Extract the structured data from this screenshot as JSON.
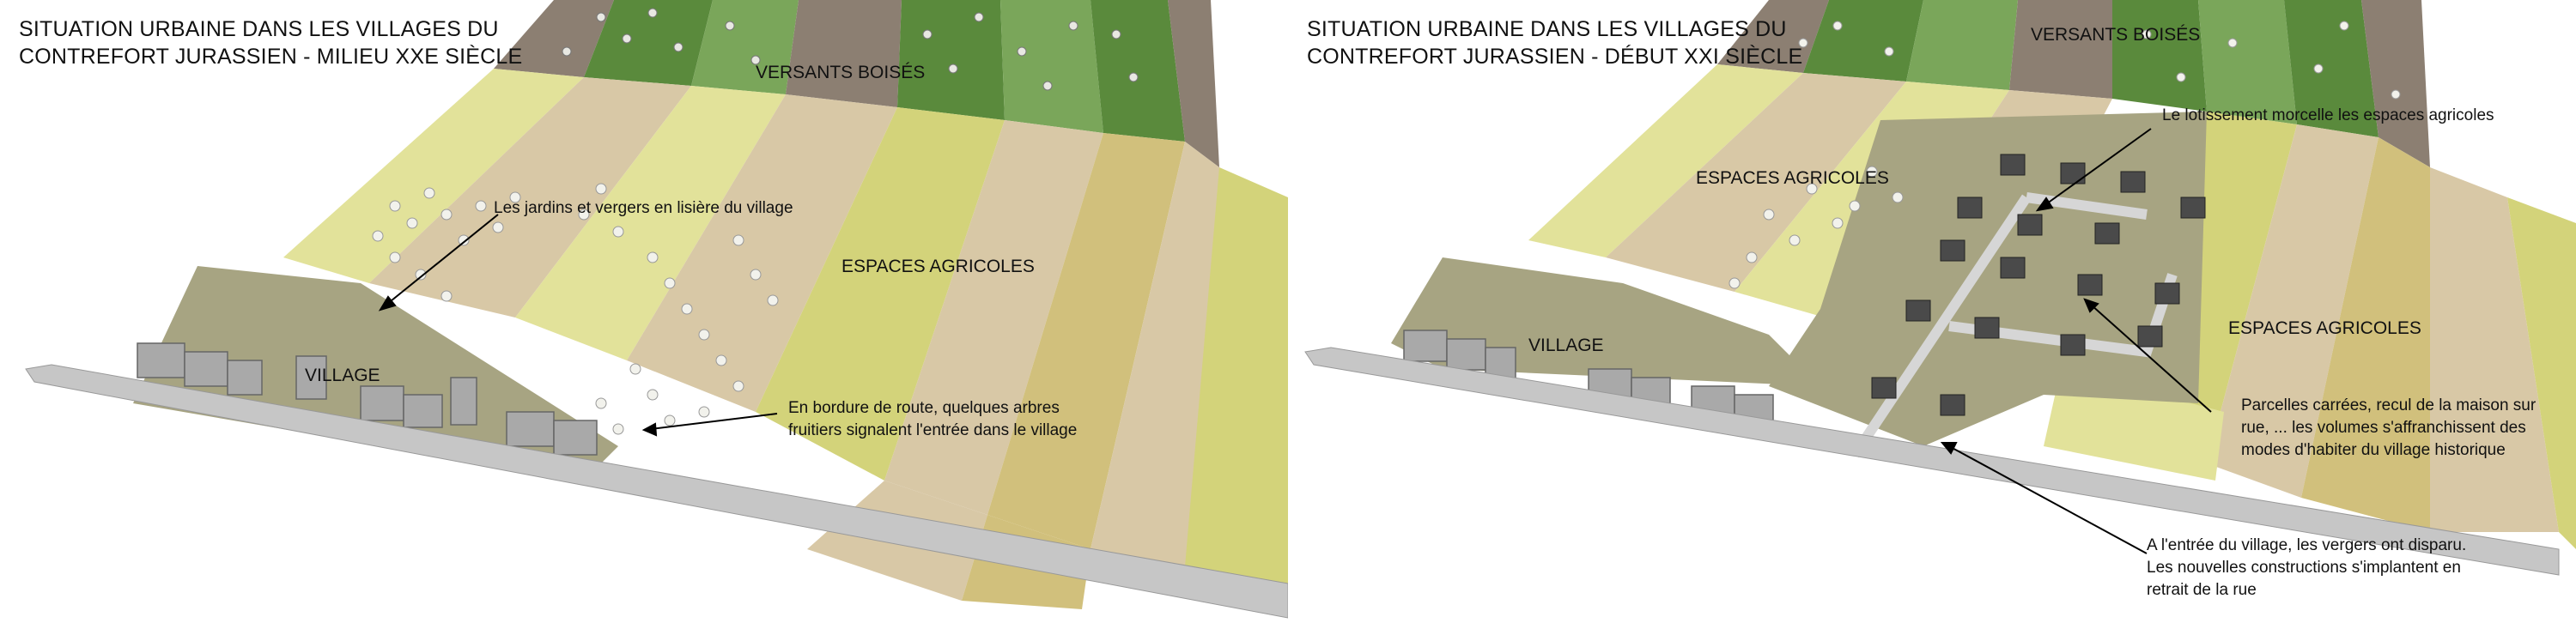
{
  "panels": [
    {
      "title_line1": "SITUATION URBAINE DANS LES VILLAGES DU",
      "title_line2": "CONTREFORT JURASSIEN - MILIEU XXE SIÈCLE",
      "labels": {
        "versants": "VERSANTS BOISÉS",
        "agricoles": "ESPACES AGRICOLES",
        "village": "VILLAGE"
      },
      "notes": {
        "jardins": "Les jardins et vergers en lisière du village",
        "bordure_line1": "En bordure de route, quelques arbres",
        "bordure_line2": "fruitiers signalent l'entrée dans le village"
      }
    },
    {
      "title_line1": "SITUATION URBAINE DANS LES VILLAGES DU",
      "title_line2": "CONTREFORT JURASSIEN - DÉBUT XXI SIÈCLE",
      "labels": {
        "versants": "VERSANTS BOISÉS",
        "agricoles_left": "ESPACES AGRICOLES",
        "agricoles_right": "ESPACES AGRICOLES",
        "village": "VILLAGE"
      },
      "notes": {
        "lotissement": "Le lotissement morcelle les espaces agricoles",
        "parcelles_line1": "Parcelles carrées, recul de la maison sur",
        "parcelles_line2": "rue, ... les volumes s'affranchissent des",
        "parcelles_line3": "modes d'habiter du village historique",
        "entree_line1": "A l'entrée du village, les vergers ont disparu.",
        "entree_line2": "Les nouvelles constructions s'implantent en",
        "entree_line3": "retrait de la rue"
      }
    }
  ],
  "colors": {
    "forest_dark": "#5a8a3c",
    "forest_light": "#7aa65a",
    "forest_brown": "#8c7f72",
    "field_yellow": "#d3d37a",
    "field_yellow_light": "#e2e29a",
    "field_beige": "#d8c8a6",
    "field_tan": "#d1c07c",
    "village_olive": "#a7a482",
    "road": "#c6c6c6",
    "house": "#a9a9a9",
    "new_house": "#4a4a4a"
  }
}
